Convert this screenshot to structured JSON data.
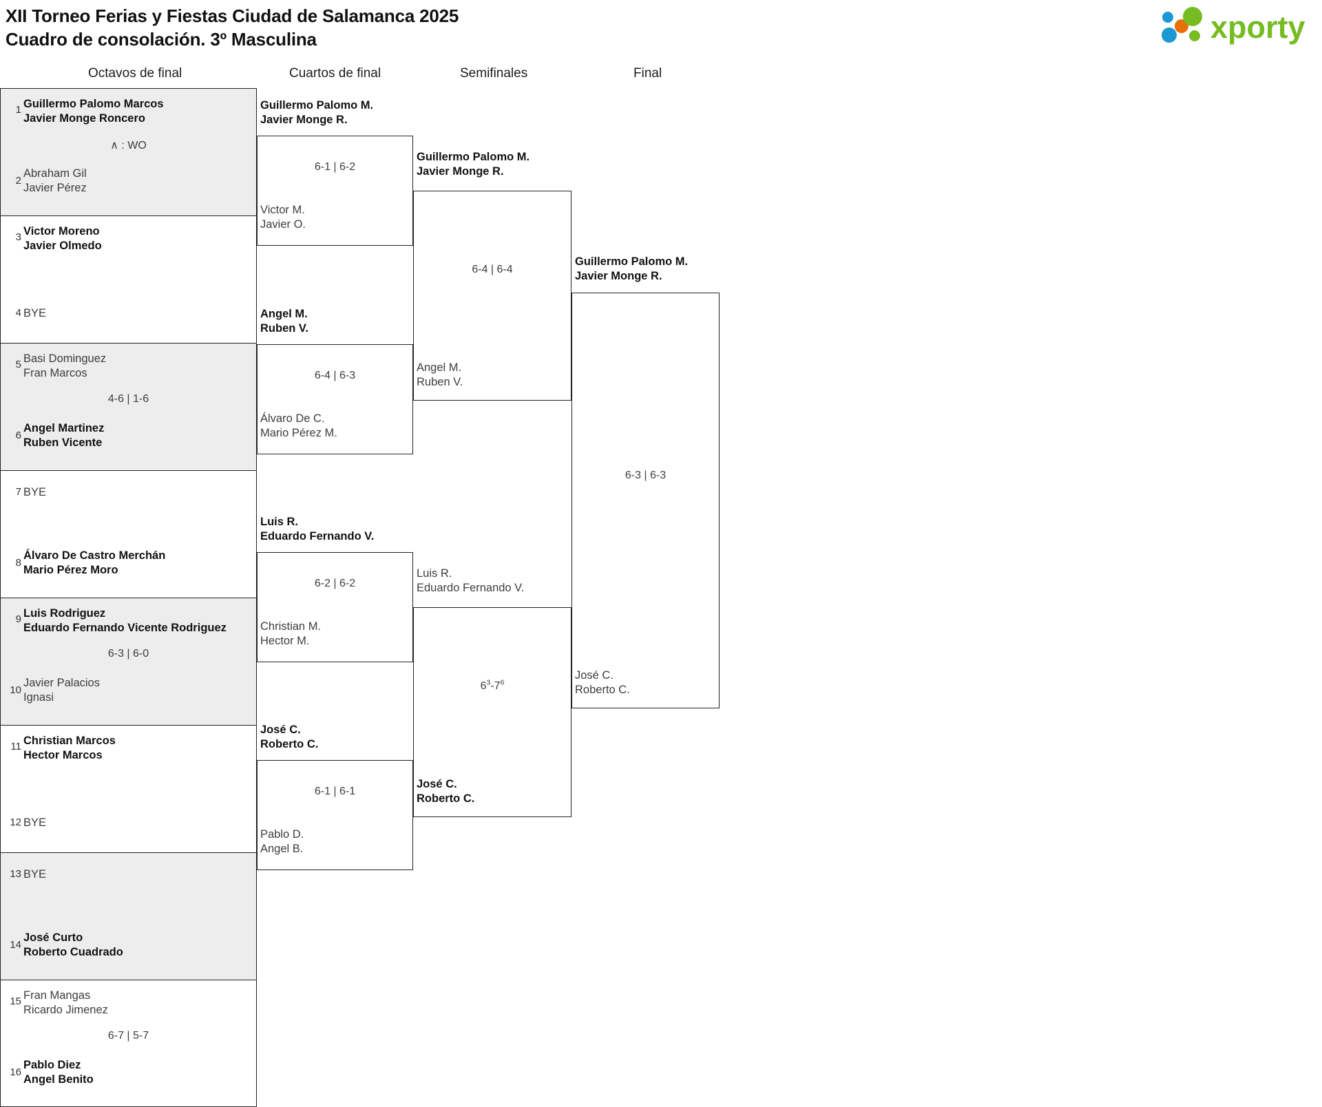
{
  "header": {
    "title_line1": "XII Torneo Ferias y Fiestas Ciudad de Salamanca 2025",
    "title_line2": "Cuadro de consolación. 3º Masculina",
    "logo_text": "xporty",
    "logo_colors": {
      "green": "#76bc21",
      "orange": "#e8700a",
      "blue": "#1b97d4"
    }
  },
  "rounds": [
    {
      "label": "Octavos de final"
    },
    {
      "label": "Cuartos de final"
    },
    {
      "label": "Semifinales"
    },
    {
      "label": "Final"
    }
  ],
  "round1": [
    {
      "shaded": true,
      "score": "∧ : WO",
      "top": {
        "seed": "1",
        "line1": "Guillermo Palomo Marcos",
        "line2": "Javier Monge Roncero",
        "winner": true,
        "bye": false
      },
      "bottom": {
        "seed": "2",
        "line1": "Abraham Gil",
        "line2": "Javier Pérez",
        "winner": false,
        "bye": false
      }
    },
    {
      "shaded": false,
      "score": "",
      "top": {
        "seed": "3",
        "line1": "Victor Moreno",
        "line2": "Javier Olmedo",
        "winner": true,
        "bye": false
      },
      "bottom": {
        "seed": "4",
        "line1": "BYE",
        "line2": "",
        "winner": false,
        "bye": true
      }
    },
    {
      "shaded": true,
      "score": "4-6 | 1-6",
      "top": {
        "seed": "5",
        "line1": "Basi Dominguez",
        "line2": "Fran Marcos",
        "winner": false,
        "bye": false
      },
      "bottom": {
        "seed": "6",
        "line1": "Angel Martinez",
        "line2": "Ruben Vicente",
        "winner": true,
        "bye": false
      }
    },
    {
      "shaded": false,
      "score": "",
      "top": {
        "seed": "7",
        "line1": "BYE",
        "line2": "",
        "winner": false,
        "bye": true
      },
      "bottom": {
        "seed": "8",
        "line1": "Álvaro De Castro Merchán",
        "line2": "Mario Pérez Moro",
        "winner": true,
        "bye": false
      }
    },
    {
      "shaded": true,
      "score": "6-3 | 6-0",
      "top": {
        "seed": "9",
        "line1": "Luis Rodriguez",
        "line2": "Eduardo Fernando Vicente Rodriguez",
        "winner": true,
        "bye": false
      },
      "bottom": {
        "seed": "10",
        "line1": "Javier Palacios",
        "line2": "Ignasi",
        "winner": false,
        "bye": false
      }
    },
    {
      "shaded": false,
      "score": "",
      "top": {
        "seed": "11",
        "line1": "Christian Marcos",
        "line2": "Hector Marcos",
        "winner": true,
        "bye": false
      },
      "bottom": {
        "seed": "12",
        "line1": "BYE",
        "line2": "",
        "winner": false,
        "bye": true
      }
    },
    {
      "shaded": true,
      "score": "",
      "top": {
        "seed": "13",
        "line1": "BYE",
        "line2": "",
        "winner": false,
        "bye": true
      },
      "bottom": {
        "seed": "14",
        "line1": "José Curto",
        "line2": "Roberto Cuadrado",
        "winner": true,
        "bye": false
      }
    },
    {
      "shaded": false,
      "score": "6-7 | 5-7",
      "top": {
        "seed": "15",
        "line1": "Fran Mangas",
        "line2": "Ricardo Jimenez",
        "winner": false,
        "bye": false
      },
      "bottom": {
        "seed": "16",
        "line1": "Pablo Diez",
        "line2": "Angel Benito",
        "winner": true,
        "bye": false
      }
    }
  ],
  "quarterfinals": [
    {
      "score": "6-1 | 6-2",
      "top": {
        "line1": "Guillermo Palomo M.",
        "line2": "Javier Monge R.",
        "winner": true
      },
      "bottom": {
        "line1": "Victor M.",
        "line2": "Javier O.",
        "winner": false
      }
    },
    {
      "score": "6-4 | 6-3",
      "top": {
        "line1": "Angel M.",
        "line2": "Ruben V.",
        "winner": true
      },
      "bottom": {
        "line1": "Álvaro De C.",
        "line2": "Mario Pérez M.",
        "winner": false
      }
    },
    {
      "score": "6-2 | 6-2",
      "top": {
        "line1": "Luis R.",
        "line2": "Eduardo Fernando V.",
        "winner": true
      },
      "bottom": {
        "line1": "Christian M.",
        "line2": "Hector M.",
        "winner": false
      }
    },
    {
      "score": "6-1 | 6-1",
      "top": {
        "line1": "José C.",
        "line2": "Roberto C.",
        "winner": true
      },
      "bottom": {
        "line1": "Pablo D.",
        "line2": "Angel B.",
        "winner": false
      }
    }
  ],
  "semifinals": [
    {
      "score": "6-4 | 6-4",
      "score_html": "6-4 | 6-4",
      "top": {
        "line1": "Guillermo Palomo M.",
        "line2": "Javier Monge R.",
        "winner": true
      },
      "bottom": {
        "line1": "Angel M.",
        "line2": "Ruben V.",
        "winner": false
      }
    },
    {
      "score": "63-76",
      "score_html": "6<sup>3</sup>-7<sup>6</sup>",
      "top": {
        "line1": "Luis R.",
        "line2": "Eduardo Fernando V.",
        "winner": false
      },
      "bottom": {
        "line1": "José C.",
        "line2": "Roberto C.",
        "winner": true
      }
    }
  ],
  "final": {
    "score": "6-3 | 6-3",
    "top": {
      "line1": "Guillermo Palomo M.",
      "line2": "Javier Monge R.",
      "winner": true
    },
    "bottom": {
      "line1": "José C.",
      "line2": "Roberto C.",
      "winner": false
    }
  }
}
